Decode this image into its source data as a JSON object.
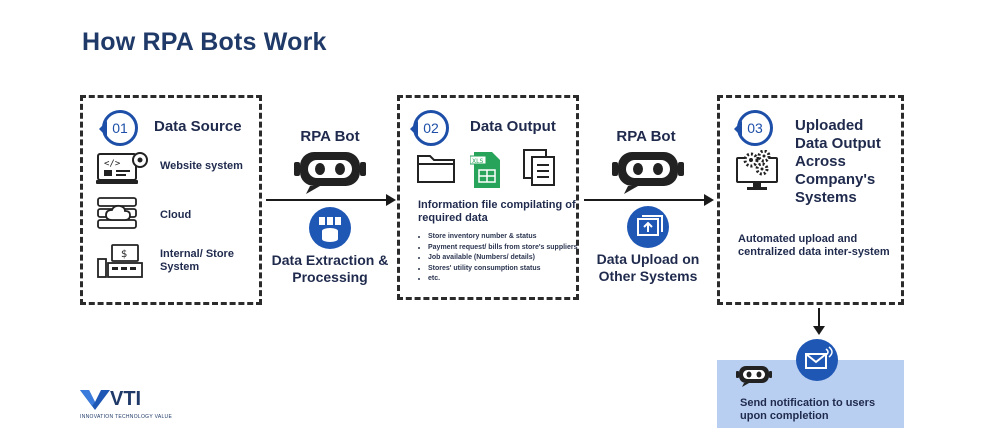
{
  "title": "How RPA Bots Work",
  "step1": {
    "number": "01",
    "heading": "Data Source",
    "items": [
      {
        "label": "Website system",
        "icon": "website-system-icon"
      },
      {
        "label": "Cloud",
        "icon": "cloud-server-icon"
      },
      {
        "label": "Internal/  Store System",
        "icon": "store-system-icon"
      }
    ]
  },
  "bot1": {
    "label": "RPA Bot",
    "process": "Data Extraction & Processing"
  },
  "step2": {
    "number": "02",
    "heading": "Data Output",
    "subheading": "Information file compilating of required data",
    "bullets": [
      "Store inventory number & status",
      "Payment request/ bills from store's suppliers",
      "Job available (Numbers/ details)",
      "Stores' utility consumption status",
      "etc."
    ]
  },
  "bot2": {
    "label": "RPA Bot",
    "process": "Data Upload on Other Systems"
  },
  "step3": {
    "number": "03",
    "heading": "Uploaded Data Output Across Company's Systems",
    "description": "Automated upload and centralized data inter-system"
  },
  "notification": {
    "text": "Send notification to users upon completion"
  },
  "logo": {
    "text": "VTI",
    "tagline": "INNOVATION TECHNOLOGY VALUE"
  },
  "colors": {
    "accent": "#1f57b5",
    "notify_bg": "#b9cff2",
    "dark": "#1f2a4d"
  }
}
